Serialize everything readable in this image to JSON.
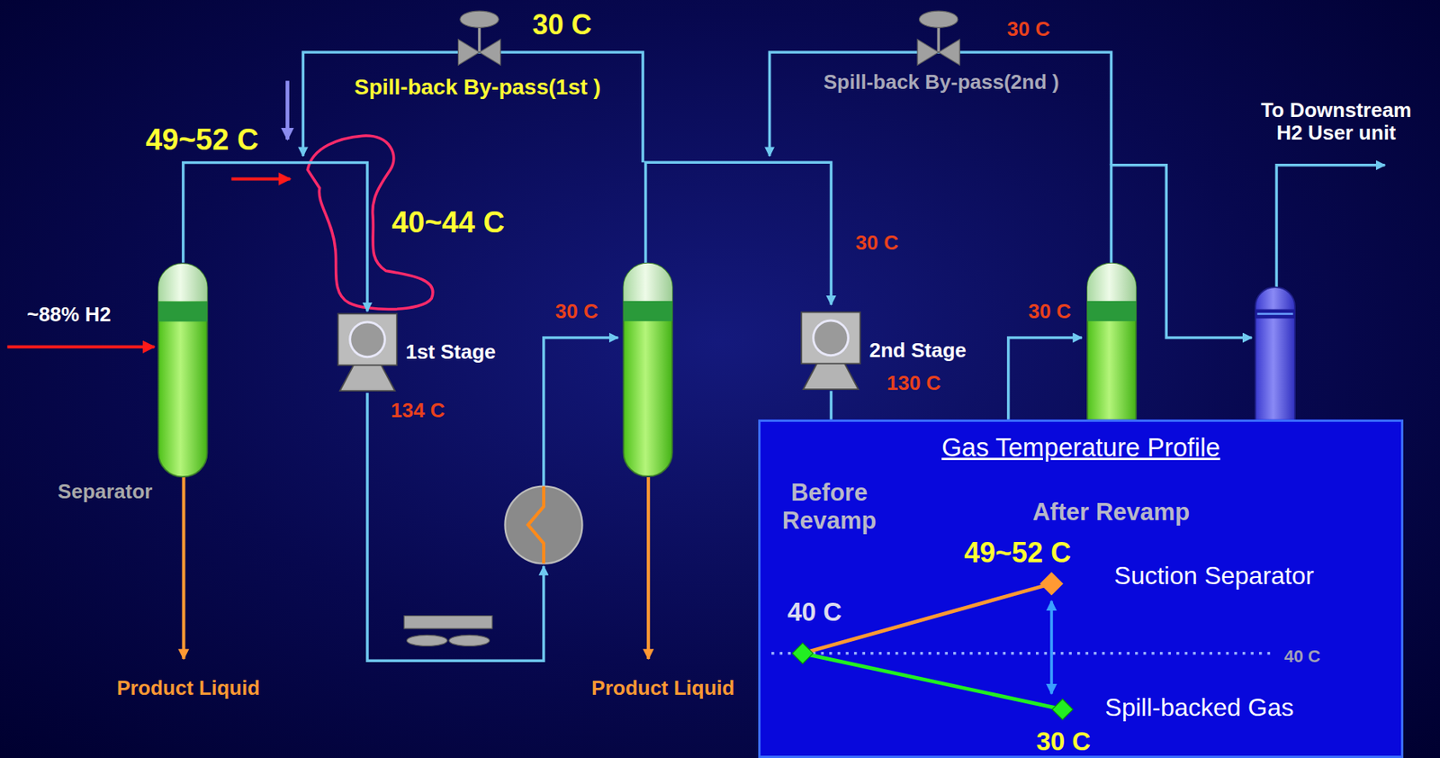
{
  "diagram": {
    "nodes": [
      {
        "text": [
          "Separator"
        ]
      },
      {
        "text": [
          "1st Stage"
        ]
      },
      {
        "text": [
          "2nd Stage"
        ]
      },
      {
        "text": [
          "Gas Temperature Profile"
        ]
      }
    ],
    "edges": [
      {
        "from": 0,
        "to": 1,
        "arrow": "to"
      }
    ],
    "labels": [
      "~88% H2",
      "Product Liquid",
      "Product Liquid",
      "30 C",
      "Spill-back By-pass(1st )",
      "49~52 C",
      "40~44 C",
      "134 C",
      "30 C",
      "30 C",
      "Spill-back By-pass(2nd )",
      "30 C",
      "130 C",
      "30 C",
      "To Downstream H2 User unit",
      "Before Revamp",
      "After Revamp",
      "49~52 C",
      "Suction Separator",
      "40 C",
      "40 C",
      "Spill-backed Gas",
      "30 C"
    ]
  }
}
